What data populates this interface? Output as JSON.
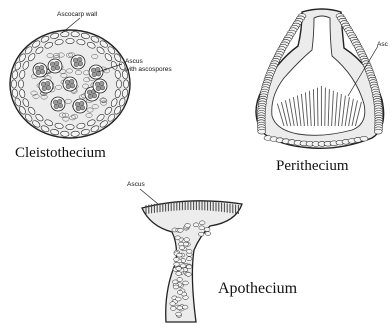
{
  "labels": {
    "ascocarp_wall": "Ascocarp wall",
    "ascus_line1": "Ascus",
    "ascus_line2": "with ascospores",
    "cleistothecium": "Cleistothecium",
    "perithecium": "Perithecium",
    "perithecium_ascus": "Asc",
    "apothecium_ascus": "Ascus",
    "apothecium": "Apothecium"
  },
  "colors": {
    "ink": "#222222",
    "cell_fill": "#f4f4f4",
    "ascus_fill": "#9a9a9a",
    "background": "#ffffff"
  }
}
